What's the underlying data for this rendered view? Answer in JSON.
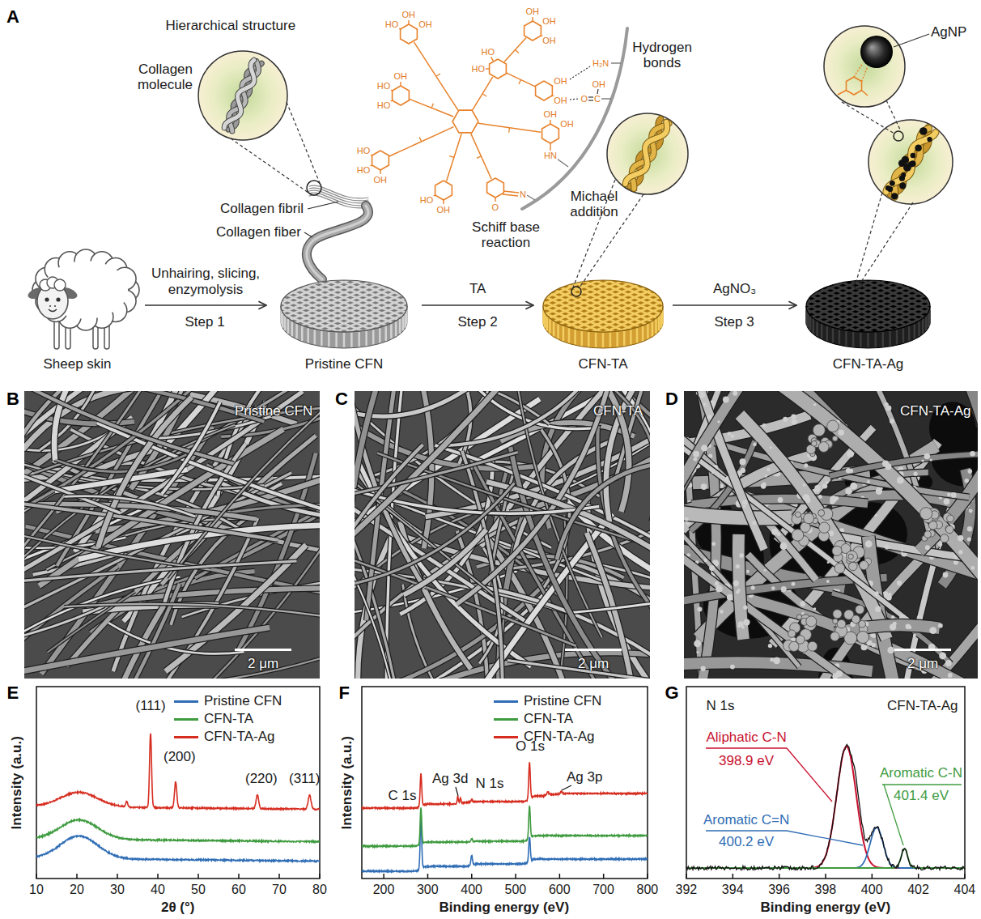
{
  "diagram": {
    "nodes": [
      {
        "text": [
          "Sheep skin"
        ]
      },
      {
        "text": [
          "Pristine CFN"
        ]
      },
      {
        "text": [
          "CFN-TA"
        ]
      },
      {
        "text": [
          "CFN-TA-Ag"
        ]
      }
    ],
    "edges": [
      {
        "from": 0,
        "to": 1,
        "arrow": "to",
        "label": "Unhairing, slicing, enzymolysis"
      },
      {
        "from": 1,
        "to": 2,
        "arrow": "to",
        "label": "TA"
      },
      {
        "from": 2,
        "to": 3,
        "arrow": "to",
        "label": "AgNO₃"
      }
    ],
    "labels": [
      "A",
      "Hierarchical structure",
      "Collagen molecule",
      "Collagen fibril",
      "Collagen fiber",
      "Hydrogen bonds",
      "Michael addition",
      "Schiff base reaction",
      "AgNP",
      "Step 1",
      "Step 2",
      "Step 3",
      "H₂N",
      "O",
      "C",
      "OH",
      "HN",
      "N",
      "HO",
      "OH",
      "OH",
      "OH",
      "OH",
      "OH",
      "HO",
      "HO",
      "HO",
      "HO",
      "OH",
      "OH",
      "HO",
      "HO",
      "OH",
      "HO",
      "O",
      "OH",
      "OH",
      "OH",
      "OH",
      "B",
      "C",
      "D",
      "Pristine CFN",
      "2 μm",
      "CFN-TA",
      "2 μm",
      "CFN-TA-Ag",
      "2 μm",
      "E",
      "Intensity (a.u.)",
      "10",
      "20",
      "30",
      "40",
      "50",
      "60",
      "70",
      "80",
      "2θ (°)",
      "(111)",
      "(200)",
      "(220)",
      "(311)",
      "F",
      "Intensity (a.u.)",
      "200",
      "300",
      "400",
      "500",
      "600",
      "700",
      "800",
      "Binding energy (eV)",
      "C 1s",
      "Ag 3d",
      "N 1s",
      "O 1s",
      "Ag 3p",
      "G",
      "N 1s",
      "CFN-TA-Ag",
      "392",
      "394",
      "396",
      "398",
      "400",
      "402",
      "404",
      "Binding energy (eV)",
      "Aliphatic C-N",
      "398.9 eV",
      "Aromatic C=N",
      "400.2 eV",
      "Aromatic C-N",
      "401.4 eV"
    ],
    "legend": [
      {
        "text": "Pristine CFN",
        "color": "#2f6db5"
      },
      {
        "text": "CFN-TA",
        "color": "#3f9b3f"
      },
      {
        "text": "CFN-TA-Ag",
        "color": "#d62d20"
      },
      {
        "text": "Pristine CFN",
        "color": "#2f6db5"
      },
      {
        "text": "CFN-TA",
        "color": "#3f9b3f"
      },
      {
        "text": "CFN-TA-Ag",
        "color": "#d62d20"
      }
    ]
  }
}
